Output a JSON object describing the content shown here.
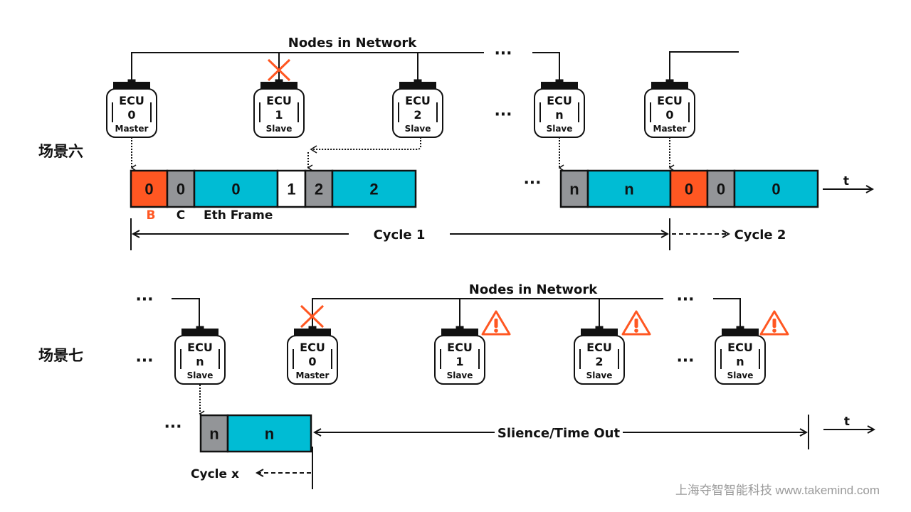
{
  "colors": {
    "beacon": "#ff5722",
    "cycle_start": "#939598",
    "eth_frame": "#00bcd4",
    "empty": "#ffffff",
    "fault": "#ff5722",
    "line": "#111111"
  },
  "scenario6": {
    "title": "场景六",
    "network_label": "Nodes in Network",
    "ellipsis": "···",
    "ecus": [
      {
        "id": "ecu0",
        "name": "ECU",
        "number": "0",
        "role": "Master",
        "fault": false
      },
      {
        "id": "ecu1",
        "name": "ECU",
        "number": "1",
        "role": "Slave",
        "fault": true,
        "fault_icon": "cross-icon"
      },
      {
        "id": "ecu2",
        "name": "ECU",
        "number": "2",
        "role": "Slave",
        "fault": false
      },
      {
        "id": "ecun",
        "name": "ECU",
        "number": "n",
        "role": "Slave",
        "fault": false
      },
      {
        "id": "ecu0b",
        "name": "ECU",
        "number": "0",
        "role": "Master",
        "fault": false
      }
    ],
    "timeline1": [
      {
        "label": "0",
        "kind": "beacon"
      },
      {
        "label": "0",
        "kind": "cycle_start"
      },
      {
        "label": "0",
        "kind": "eth_frame"
      },
      {
        "label": "1",
        "kind": "empty"
      },
      {
        "label": "2",
        "kind": "cycle_start"
      },
      {
        "label": "2",
        "kind": "eth_frame"
      }
    ],
    "timeline2": [
      {
        "label": "n",
        "kind": "cycle_start"
      },
      {
        "label": "n",
        "kind": "eth_frame"
      },
      {
        "label": "0",
        "kind": "beacon"
      },
      {
        "label": "0",
        "kind": "cycle_start"
      },
      {
        "label": "0",
        "kind": "eth_frame"
      }
    ],
    "legend": {
      "b": "B",
      "c": "C",
      "eth": "Eth Frame"
    },
    "cycle1": "Cycle 1",
    "cycle2": "Cycle 2",
    "time_axis": "t"
  },
  "scenario7": {
    "title": "场景七",
    "network_label": "Nodes in Network",
    "ellipsis": "···",
    "ecus": [
      {
        "id": "ecun_left",
        "name": "ECU",
        "number": "n",
        "role": "Slave",
        "fault": false
      },
      {
        "id": "ecu0",
        "name": "ECU",
        "number": "0",
        "role": "Master",
        "fault": true,
        "fault_icon": "cross-icon"
      },
      {
        "id": "ecu1",
        "name": "ECU",
        "number": "1",
        "role": "Slave",
        "warning": true
      },
      {
        "id": "ecu2",
        "name": "ECU",
        "number": "2",
        "role": "Slave",
        "warning": true
      },
      {
        "id": "ecun",
        "name": "ECU",
        "number": "n",
        "role": "Slave",
        "warning": true
      }
    ],
    "timeline": [
      {
        "label": "n",
        "kind": "cycle_start"
      },
      {
        "label": "n",
        "kind": "eth_frame"
      }
    ],
    "silence_label": "Slience/Time Out",
    "cycle_x": "Cycle x",
    "time_axis": "t"
  },
  "watermark": "上海夺智智能科技 www.takemind.com"
}
